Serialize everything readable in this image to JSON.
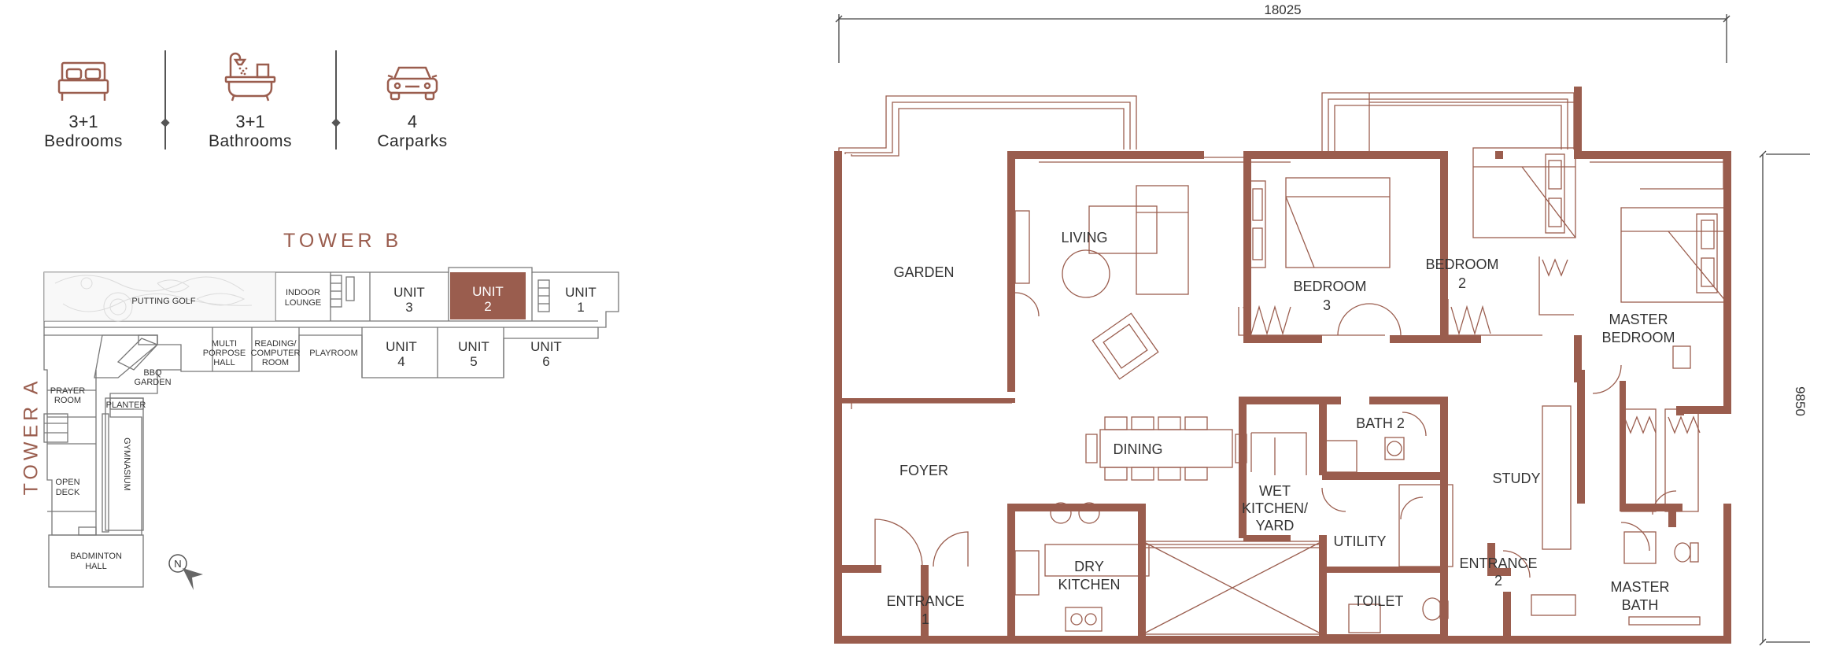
{
  "stats": [
    {
      "value": "3+1",
      "label": "Bedrooms",
      "icon": "bed-icon"
    },
    {
      "value": "3+1",
      "label": "Bathrooms",
      "icon": "bathtub-icon"
    },
    {
      "value": "4",
      "label": "Carparks",
      "icon": "car-icon"
    }
  ],
  "site": {
    "tower_b": "TOWER B",
    "tower_a": "TOWER A",
    "north": "N",
    "labels": {
      "putting_golf": "PUTTING GOLF",
      "indoor_1": "INDOOR",
      "indoor_2": "LOUNGE",
      "unit": "UNIT",
      "u3": "3",
      "u2": "2",
      "u1": "1",
      "u4": "4",
      "u5": "5",
      "u6": "6",
      "multi_1": "MULTI",
      "multi_2": "PORPOSE",
      "multi_3": "HALL",
      "reading_1": "READING/",
      "reading_2": "COMPUTER",
      "reading_3": "ROOM",
      "playroom": "PLAYROOM",
      "bbq_1": "BBQ",
      "bbq_2": "GARDEN",
      "planter": "PLANTER",
      "prayer_1": "PRAYER",
      "prayer_2": "ROOM",
      "open_1": "OPEN",
      "open_2": "DECK",
      "gym": "GYMNASIUM",
      "badminton_1": "BADMINTON",
      "badminton_2": "HALL"
    }
  },
  "plan": {
    "dim_width": "18025",
    "dim_height": "9850",
    "rooms": {
      "garden": "GARDEN",
      "living": "LIVING",
      "bedroom3_1": "BEDROOM",
      "bedroom3_2": "3",
      "bedroom2_1": "BEDROOM",
      "bedroom2_2": "2",
      "master_1": "MASTER",
      "master_2": "BEDROOM",
      "foyer": "FOYER",
      "dining": "DINING",
      "bath2": "BATH 2",
      "wet_1": "WET",
      "wet_2": "KITCHEN/",
      "wet_3": "YARD",
      "utility": "UTILITY",
      "study": "STUDY",
      "entrance1_1": "ENTRANCE",
      "entrance1_2": "1",
      "dry_1": "DRY",
      "dry_2": "KITCHEN",
      "toilet": "TOILET",
      "entrance2_1": "ENTRANCE",
      "entrance2_2": "2",
      "masterbath_1": "MASTER",
      "masterbath_2": "BATH"
    }
  },
  "colors": {
    "brand": "#9a5d4e",
    "wall": "#9a5d4e",
    "line": "#666666",
    "text": "#333333"
  }
}
